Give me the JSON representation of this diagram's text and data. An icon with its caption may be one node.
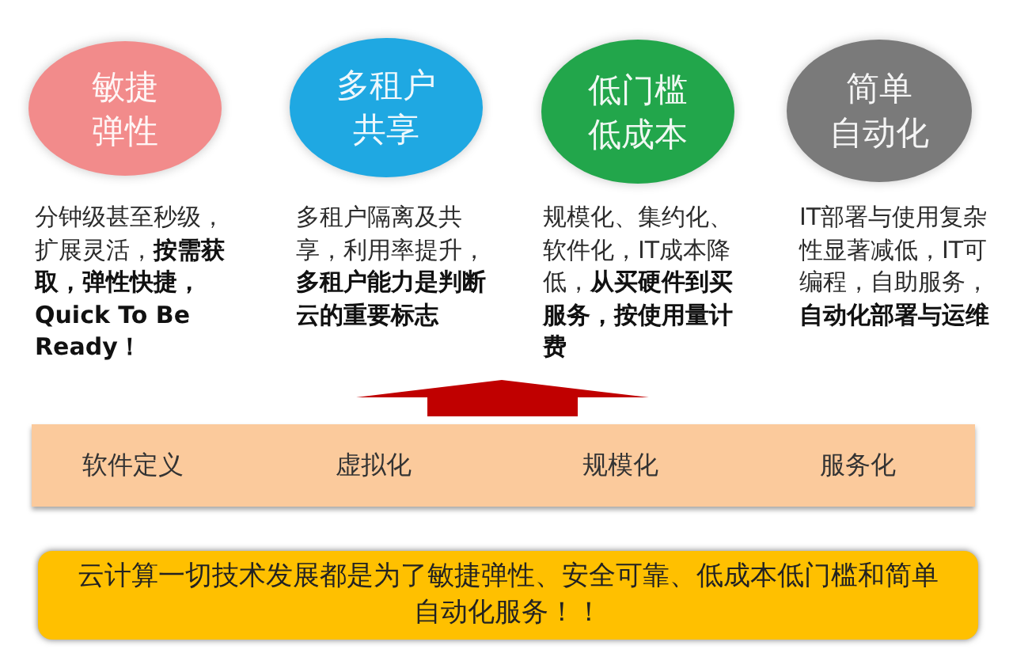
{
  "diagram": {
    "nodes": [
      {
        "text": [
          "敏捷弹性"
        ],
        "beside": [
          "分钟级甚至秒级，扩展灵活，**按需获取，弹性快捷，Quick To Be Ready！**"
        ]
      },
      {
        "text": [
          "多租户共享"
        ],
        "beside": [
          "多租户隔离及共享，利用率提升，**多租户能力是判断云的重要标志**"
        ]
      },
      {
        "text": [
          "低门槛低成本"
        ],
        "beside": [
          "规模化、集约化、软件化，IT成本降低，**从买硬件到买服务，按使用量计费**"
        ]
      },
      {
        "text": [
          "简单自动化"
        ],
        "beside": [
          "IT部署与使用复杂性显著减低，IT可编程，自助服务，**自动化部署与运维**"
        ]
      },
      {
        "text": [
          "软件定义",
          "虚拟化",
          "规模化",
          "服务化"
        ]
      },
      {
        "text": [
          "云计算一切技术发展都是为了敏捷弹性、安全可靠、低成本低门槛和简单自动化服务！！"
        ]
      }
    ]
  }
}
